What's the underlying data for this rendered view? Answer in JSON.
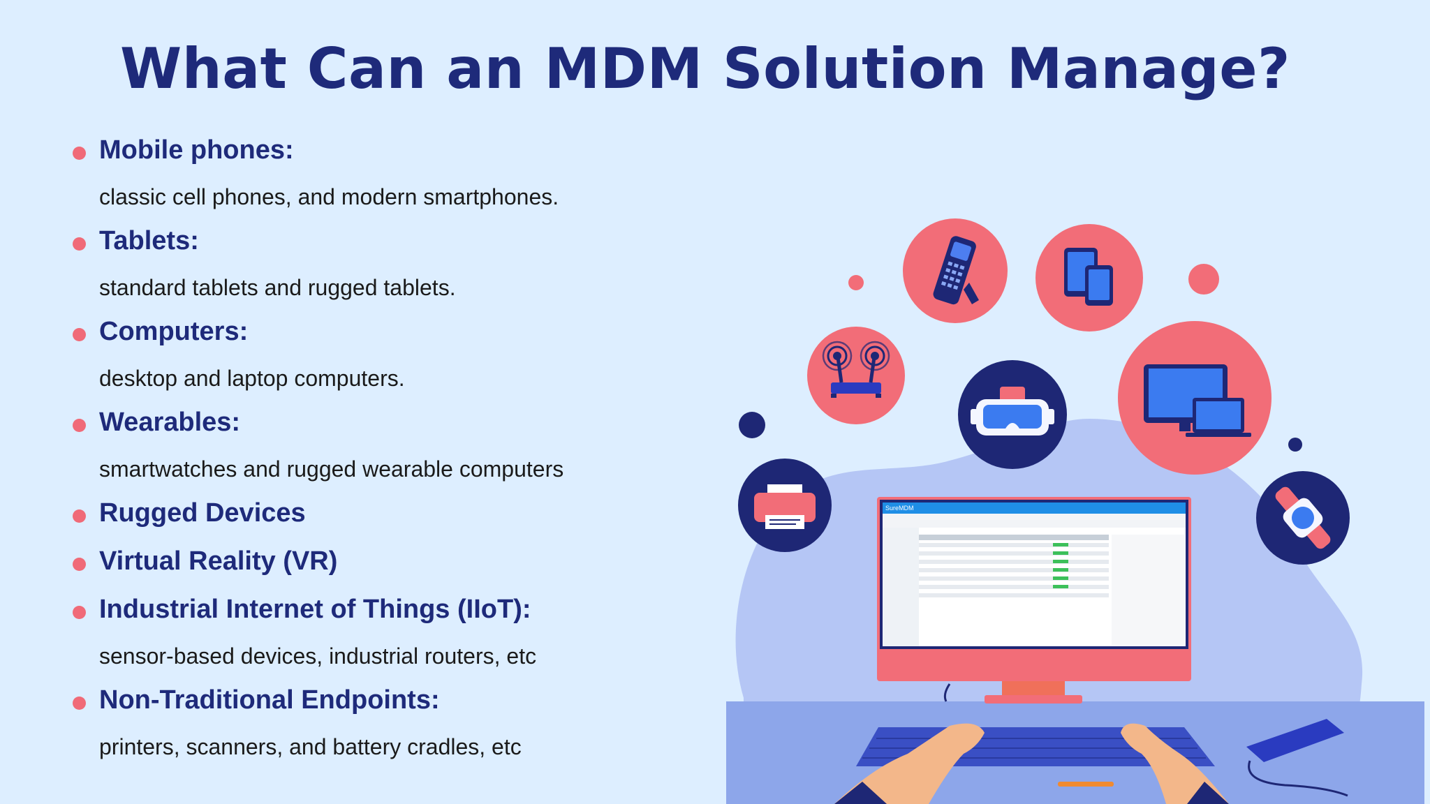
{
  "title": "What Can an MDM Solution Manage?",
  "items": [
    {
      "heading": "Mobile phones:",
      "desc": "classic cell phones, and modern smartphones."
    },
    {
      "heading": "Tablets:",
      "desc": "standard tablets and rugged tablets."
    },
    {
      "heading": "Computers:",
      "desc": "desktop and laptop computers."
    },
    {
      "heading": "Wearables:",
      "desc": "smartwatches and rugged wearable computers"
    },
    {
      "heading": "Rugged Devices",
      "desc": ""
    },
    {
      "heading": "Virtual Reality (VR)",
      "desc": ""
    },
    {
      "heading": "Industrial Internet of Things (IIoT):",
      "desc": "sensor-based devices, industrial routers, etc"
    },
    {
      "heading": "Non-Traditional Endpoints:",
      "desc": "printers, scanners, and battery cradles, etc"
    }
  ],
  "colors": {
    "background": "#ddeeff",
    "title": "#1e2a7a",
    "bullet": "#f06a78",
    "coral": "#f26d78",
    "navy": "#1e2775",
    "blob": "#b5c6f5"
  },
  "illustration": {
    "screen_brand": "SureMDM",
    "icons": [
      "rugged-scanner-icon",
      "tablet-icon",
      "router-icon",
      "vr-headset-icon",
      "desktop-laptop-icon",
      "printer-icon",
      "smartwatch-icon"
    ]
  }
}
